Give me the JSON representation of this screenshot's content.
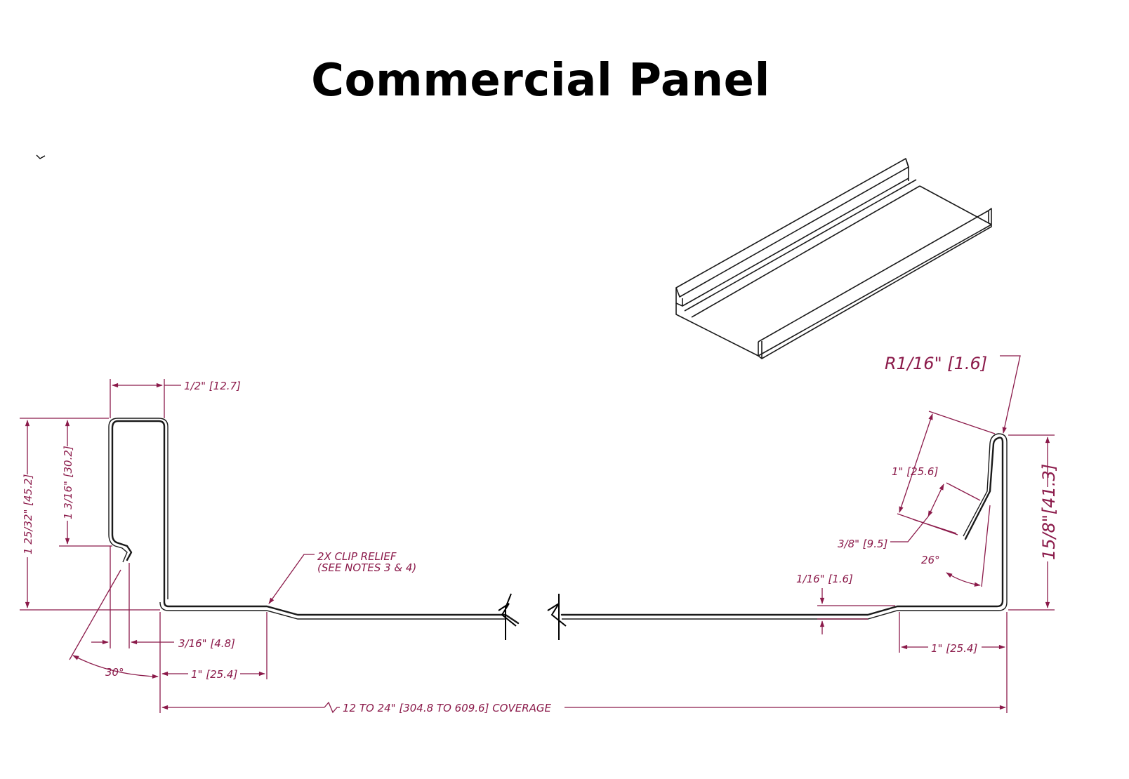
{
  "title": "Commercial Panel",
  "colors": {
    "dimension": "#8b1a4a",
    "outline": "#1a1a1a",
    "background": "#ffffff"
  },
  "dimensions": {
    "left_top_width": "1/2\" [12.7]",
    "left_height_total": "1 25/32\" [45.2]",
    "left_height_inner": "1 3/16\" [30.2]",
    "clip_relief_line1": "2X CLIP RELIEF",
    "clip_relief_line2": "(SEE NOTES 3 & 4)",
    "hook_offset": "3/16\" [4.8]",
    "hook_angle": "30°",
    "left_flat": "1\" [25.4]",
    "coverage": "12 TO 24\" [304.8 TO 609.6] COVERAGE",
    "radius": "R1/16\" [1.6]",
    "right_leg_length": "1\" [25.6]",
    "right_hem": "3/8\" [9.5]",
    "right_angle": "26°",
    "step_height": "1/16\" [1.6]",
    "right_height": "15/8\"[41.3]",
    "right_flat": "1\" [25.4]"
  }
}
